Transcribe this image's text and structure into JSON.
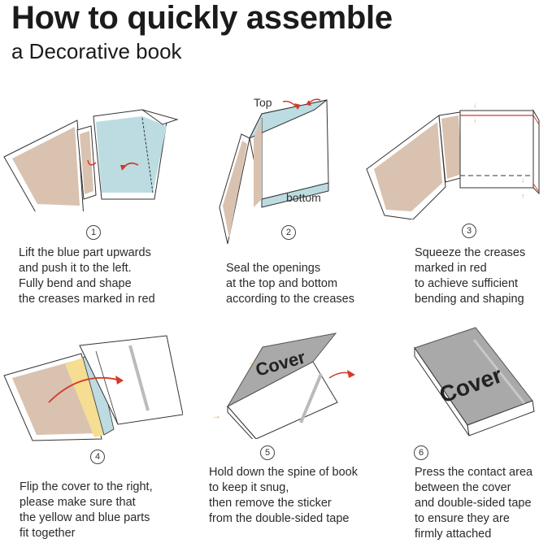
{
  "title": "How to quickly assemble",
  "subtitle": "a Decorative book",
  "steps": [
    {
      "number": "1",
      "lines": [
        "Lift the blue part upwards",
        "and push it to the left.",
        "Fully bend and shape",
        "the creases marked in red"
      ]
    },
    {
      "number": "2",
      "labels": {
        "top": "Top",
        "bottom": "bottom"
      },
      "lines": [
        "Seal the openings",
        "at the top and bottom",
        "according to the creases"
      ]
    },
    {
      "number": "3",
      "lines": [
        "Squeeze the creases",
        "marked in red",
        "to achieve sufficient",
        "bending and shaping"
      ]
    },
    {
      "number": "4",
      "lines": [
        "Flip the cover to the right,",
        "please make sure that",
        "the yellow and blue parts",
        "fit together"
      ]
    },
    {
      "number": "5",
      "cover_text": "Cover",
      "lines": [
        "Hold down the spine of book",
        "to keep it snug,",
        "then remove the sticker",
        "from the double-sided tape"
      ]
    },
    {
      "number": "6",
      "cover_text": "Cover",
      "lines": [
        "Press the contact area",
        "between the cover",
        "and double-sided tape",
        "to ensure they are",
        "firmly attached"
      ]
    }
  ],
  "colors": {
    "tan": "#d9c2b0",
    "blue": "#bcdce2",
    "yellow": "#f5dd92",
    "gray": "#a9a9a9",
    "red": "#d33a2c",
    "orange": "#f0a24a"
  }
}
